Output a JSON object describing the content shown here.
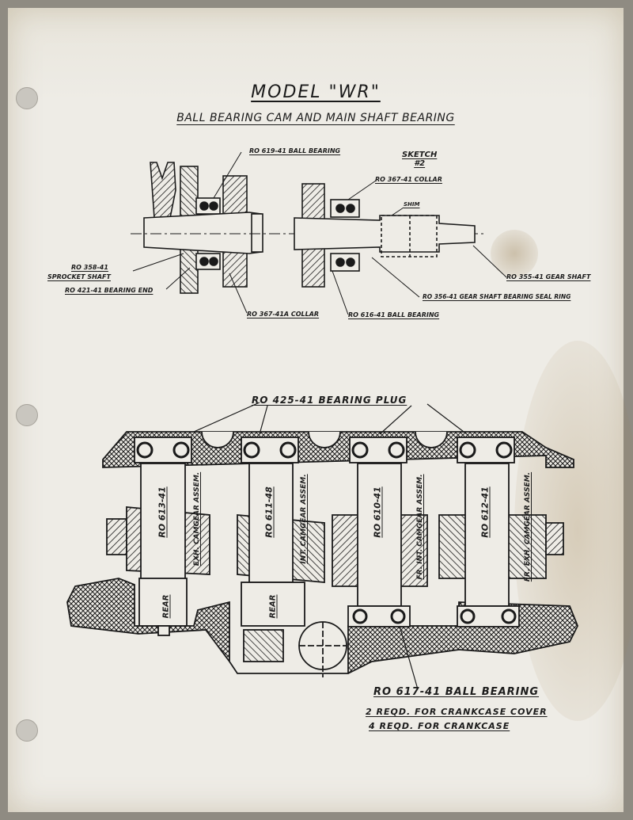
{
  "title": "MODEL \"WR\"",
  "subtitle": "BALL BEARING CAM AND MAIN SHAFT BEARING",
  "sketch": {
    "line1": "SKETCH",
    "line2": "#2"
  },
  "top_labels": {
    "ball_bearing_619": "RO 619-41 BALL BEARING",
    "collar_367": "RO 367-41 COLLAR",
    "shim": "SHIM",
    "sprocket_shaft_code": "RO 358-41",
    "sprocket_shaft_name": "SPROCKET SHAFT",
    "bearing_end": "RO 421-41 BEARING END",
    "gear_shaft": "RO 355-41 GEAR SHAFT",
    "seal_ring": "RO 356-41 GEAR SHAFT BEARING SEAL RING",
    "collar_367a": "RO 367-41A COLLAR",
    "ball_bearing_616": "RO 616-41 BALL BEARING"
  },
  "bottom_labels": {
    "bearing_plug": "RO 425-41 BEARING PLUG",
    "shafts": [
      {
        "part": "RO 613-41",
        "desc": "EXH. CAMGEAR ASSEM.",
        "pos": "REAR"
      },
      {
        "part": "RO 611-48",
        "desc": "INT. CAMGEAR ASSEM.",
        "pos": "REAR"
      },
      {
        "part": "RO 610-41",
        "desc": "FR. INT. CAMGEAR ASSEM.",
        "pos": ""
      },
      {
        "part": "RO 612-41",
        "desc": "FR. EXH. CAMGEAR ASSEM.",
        "pos": ""
      }
    ],
    "ball_bearing_617": "RO 617-41 BALL BEARING",
    "note1": "2 REQD. FOR CRANKCASE COVER",
    "note2": "4 REQD. FOR CRANKCASE"
  }
}
